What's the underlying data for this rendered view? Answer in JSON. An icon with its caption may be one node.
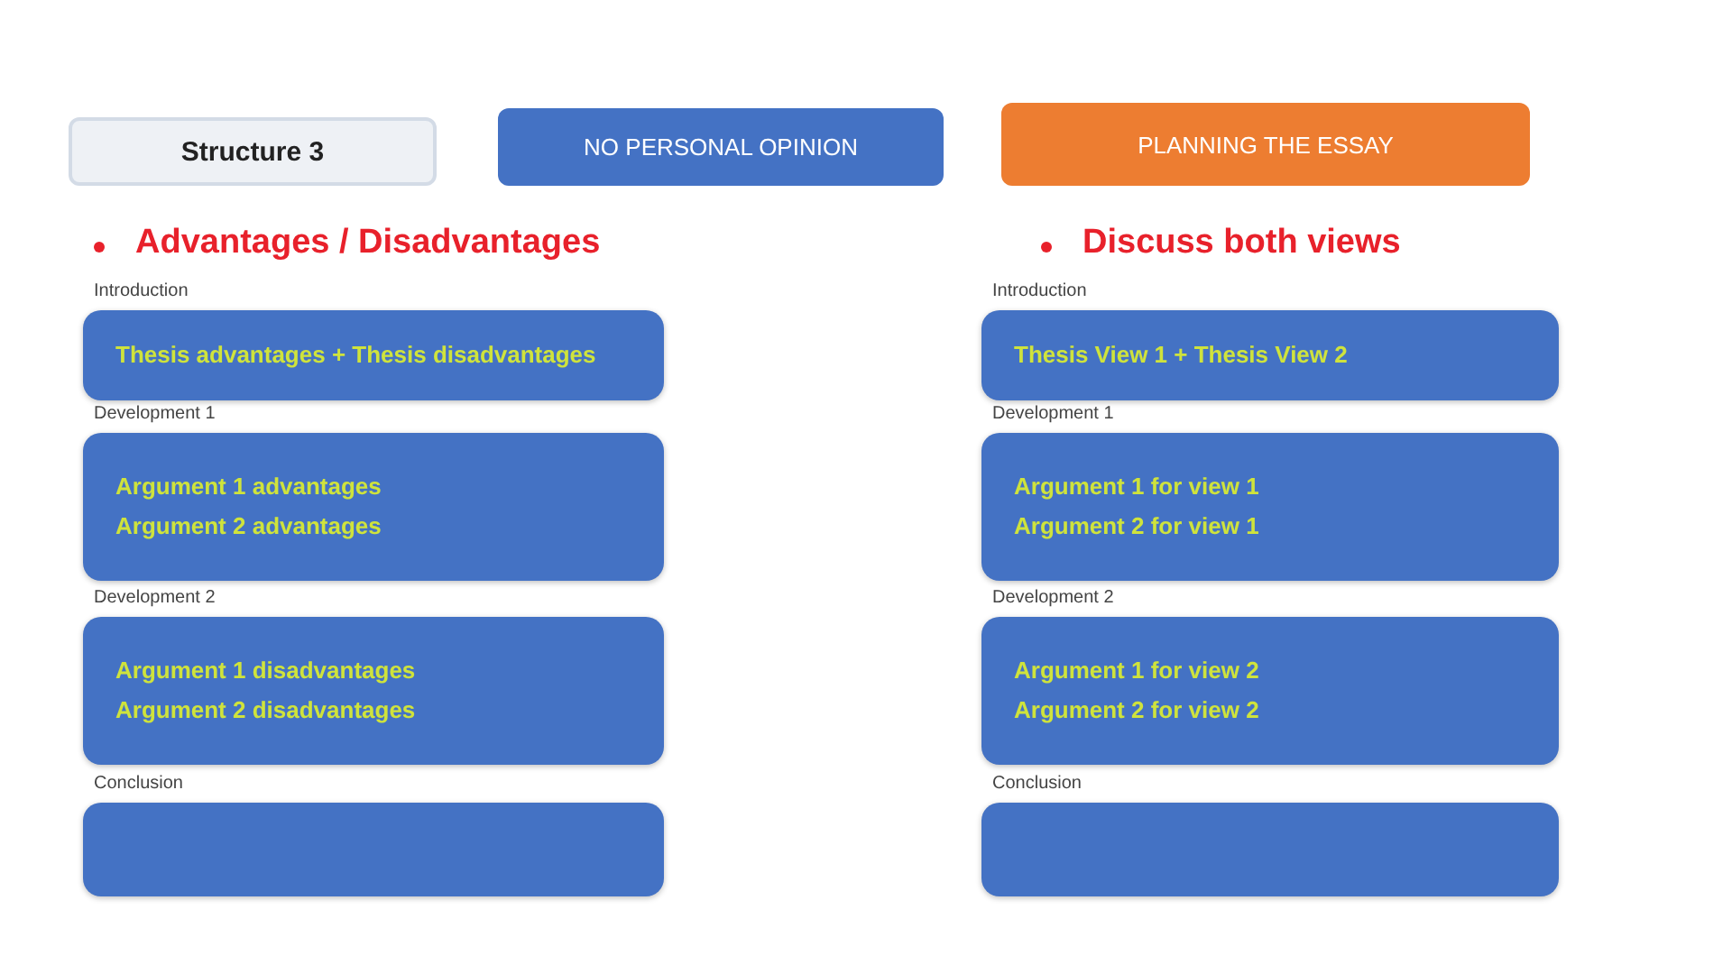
{
  "diagram": {
    "nodes": [
      {
        "text": [
          "Structure 3"
        ]
      },
      {
        "text": [
          "NO PERSONAL OPINION"
        ]
      },
      {
        "text": [
          "PLANNING THE ESSAY"
        ]
      },
      {
        "text": [
          "Introduction",
          "Thesis advantages + Thesis disadvantages"
        ]
      },
      {
        "text": [
          "Development 1",
          "Argument 1 advantages",
          "Argument 2 advantages"
        ]
      },
      {
        "text": [
          "Development 2",
          "Argument 1 disadvantages",
          "Argument 2 disadvantages"
        ]
      },
      {
        "text": [
          "Conclusion"
        ]
      },
      {
        "text": [
          "Introduction",
          "Thesis View 1 + Thesis View 2"
        ]
      },
      {
        "text": [
          "Development 1",
          "Argument 1 for view 1",
          "Argument 2 for view 1"
        ]
      },
      {
        "text": [
          "Development 2",
          "Argument 1 for view 2",
          "Argument 2 for view 2"
        ]
      },
      {
        "text": [
          "Conclusion"
        ]
      }
    ],
    "labels": [
      "Advantages / Disadvantages",
      "Discuss both views"
    ]
  }
}
